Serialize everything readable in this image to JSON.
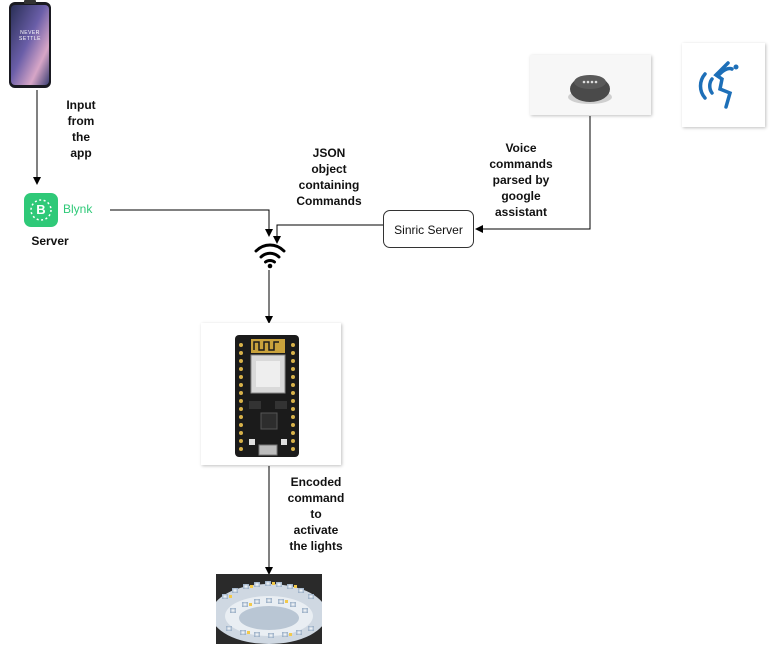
{
  "diagram": {
    "labels": {
      "input_from_app": "Input\nfrom\nthe\napp",
      "server": "Server",
      "json_object": "JSON\nobject\ncontaining\nCommands",
      "voice_commands": "Voice\ncommands\nparsed by\ngoogle\nassistant",
      "encoded_command": "Encoded\ncommand\nto\nactivate\nthe lights"
    },
    "nodes": {
      "sinric_server": "Sinric Server",
      "blynk_logo_letter": "B",
      "blynk_name": "Blynk",
      "phone_screen_text": "NEVER SETTLE"
    },
    "icons": {
      "phone": "smartphone-icon",
      "blynk": "blynk-logo-icon",
      "wifi": "wifi-icon",
      "google_home": "google-home-speaker-icon",
      "voice": "voice-speaking-icon",
      "nodemcu": "nodemcu-board-icon",
      "led_strip": "led-strip-icon"
    },
    "colors": {
      "blynk_green": "#2fc978",
      "voice_blue": "#1d6fb8",
      "edge": "#000000"
    }
  }
}
